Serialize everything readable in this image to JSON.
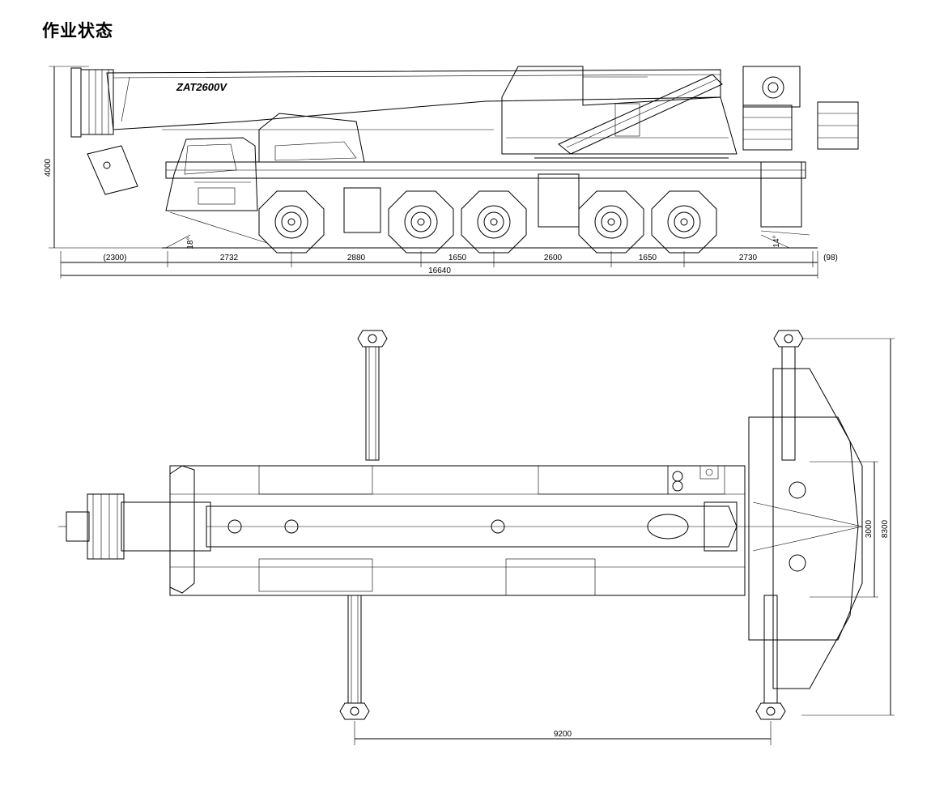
{
  "page": {
    "title": "作业状态"
  },
  "side_view": {
    "model_label": "ZAT2600V",
    "height_dim": "4000",
    "approach_angle": "18°",
    "departure_angle": "14°",
    "segments": [
      "(2300)",
      "2732",
      "2880",
      "1650",
      "2600",
      "1650",
      "2730"
    ],
    "rear_overhang": "(98)",
    "total_length": "16640"
  },
  "top_view": {
    "outrigger_span_longitudinal": "9200",
    "outrigger_span_lateral_retracted": "3000",
    "outrigger_span_lateral_extended": "8300"
  }
}
